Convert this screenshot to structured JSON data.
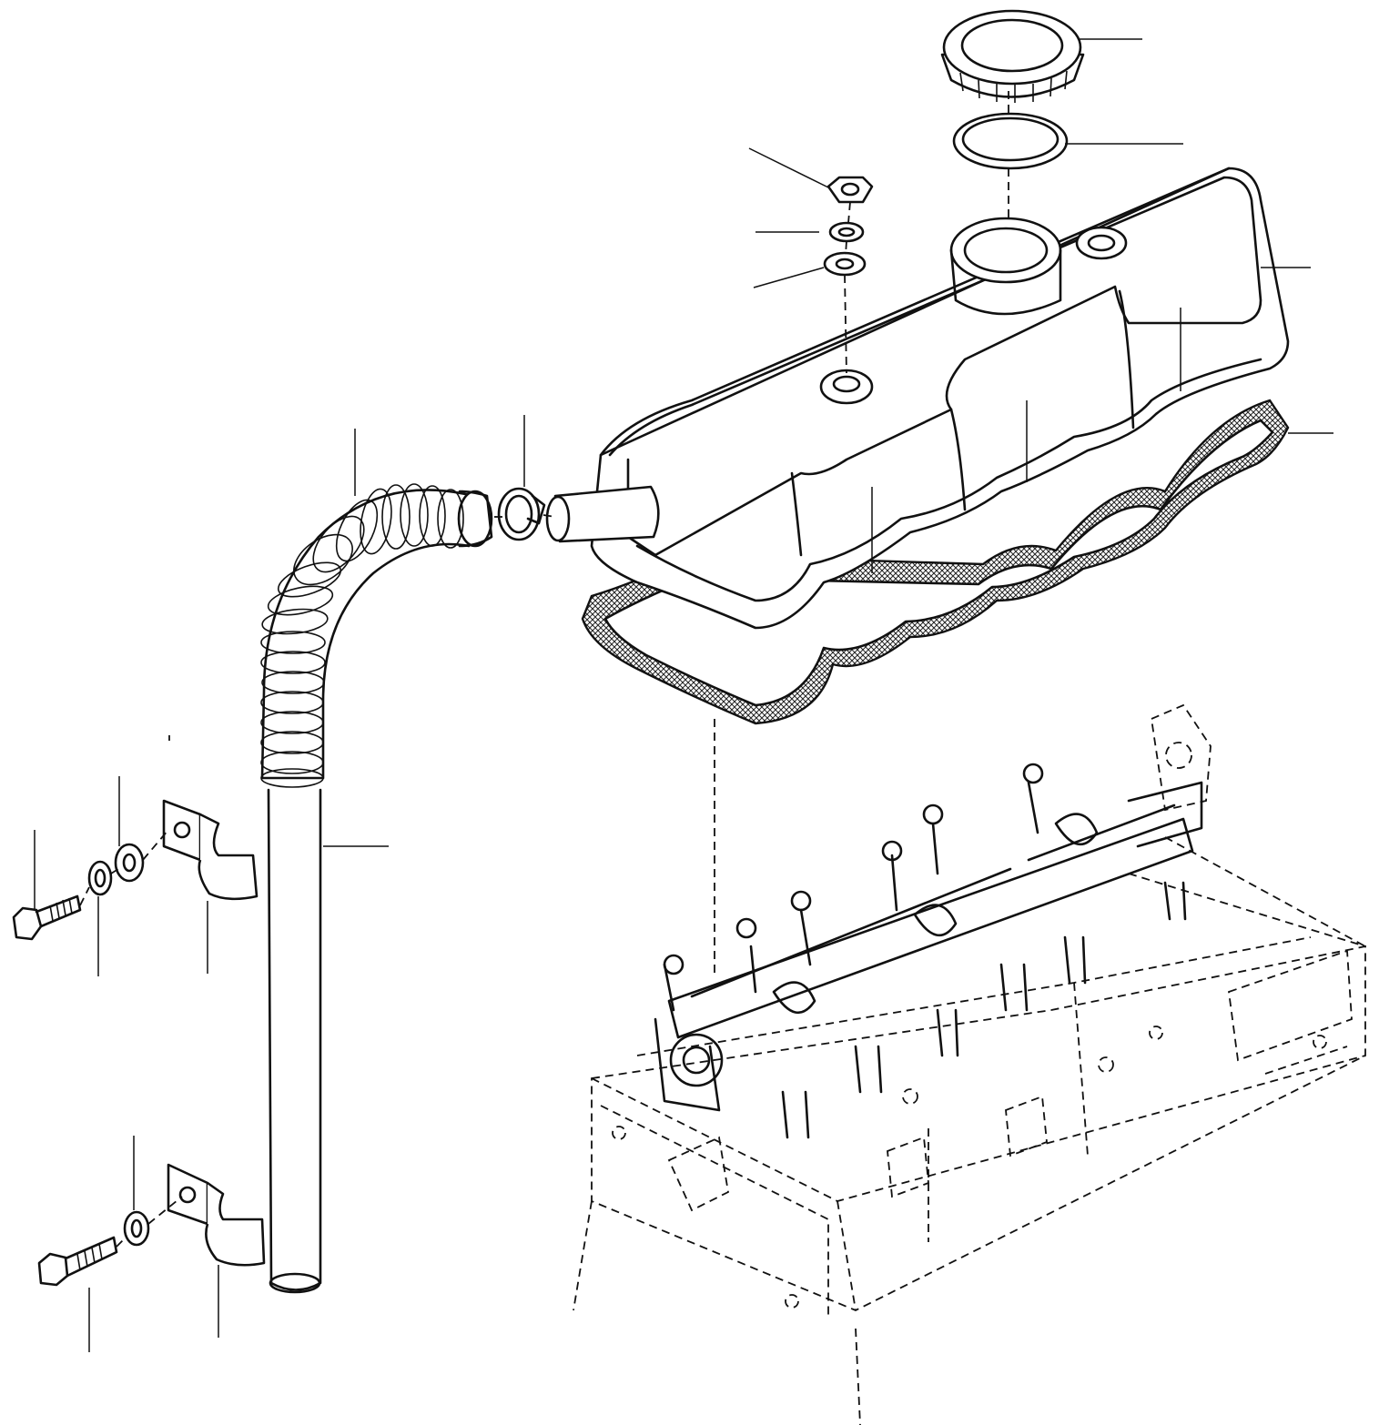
{
  "diagram": {
    "type": "exploded-parts-view",
    "parts": [
      "oil-filler-cap",
      "cap-gasket",
      "rocker-cover",
      "rocker-cover-gasket",
      "nut",
      "spring-washer",
      "seal-washer",
      "hose-clamp",
      "breather-hose",
      "breather-pipe",
      "pipe-clamp",
      "bolt",
      "lock-washer",
      "flat-washer",
      "rocker-arm-assembly",
      "cylinder-head"
    ],
    "callout_count": 22
  }
}
